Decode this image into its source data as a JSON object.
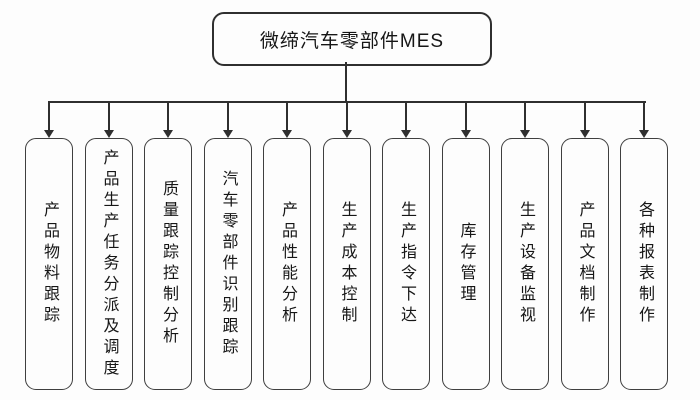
{
  "diagram": {
    "type": "hierarchy-flowchart",
    "root": {
      "label": "微缔汽车零部件MES"
    },
    "children": [
      {
        "label": "产品物料跟踪"
      },
      {
        "label": "产品生产任务分派及调度"
      },
      {
        "label": "质量跟踪控制分析"
      },
      {
        "label": "汽车零部件识别跟踪"
      },
      {
        "label": "产品性能分析"
      },
      {
        "label": "生产成本控制"
      },
      {
        "label": "生产指令下达"
      },
      {
        "label": "库存管理"
      },
      {
        "label": "生产设备监视"
      },
      {
        "label": "产品文档制作"
      },
      {
        "label": "各种报表制作"
      }
    ],
    "colors": {
      "line": "#2f2f2f",
      "node_border": "#3f3f3f",
      "text": "#161616",
      "background": "#fdfdfd"
    }
  }
}
